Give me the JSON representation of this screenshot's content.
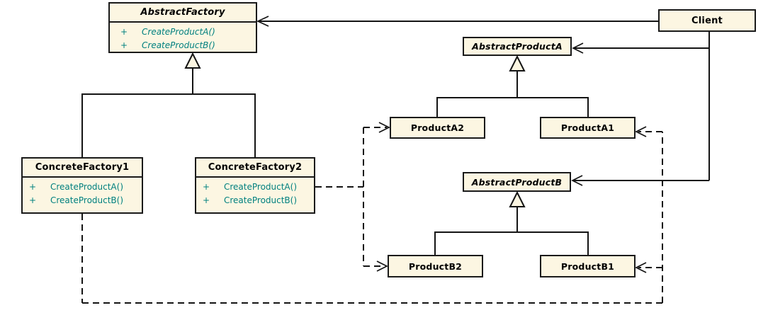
{
  "colors": {
    "background": "#ffffff",
    "box_fill": "#fcf6e2",
    "box_border": "#1a1a1a",
    "line_color": "#141414",
    "title_color": "#000000",
    "method_color": "#00807f"
  },
  "classes": {
    "abstractFactory": {
      "name": "AbstractFactory",
      "abstract": true,
      "methods": [
        {
          "visibility": "+",
          "signature": "CreateProductA()"
        },
        {
          "visibility": "+",
          "signature": "CreateProductB()"
        }
      ]
    },
    "concreteFactory1": {
      "name": "ConcreteFactory1",
      "abstract": false,
      "methods": [
        {
          "visibility": "+",
          "signature": "CreateProductA()"
        },
        {
          "visibility": "+",
          "signature": "CreateProductB()"
        }
      ]
    },
    "concreteFactory2": {
      "name": "ConcreteFactory2",
      "abstract": false,
      "methods": [
        {
          "visibility": "+",
          "signature": "CreateProductA()"
        },
        {
          "visibility": "+",
          "signature": "CreateProductB()"
        }
      ]
    },
    "client": {
      "name": "Client",
      "abstract": false
    },
    "abstractProductA": {
      "name": "AbstractProductA",
      "abstract": true
    },
    "productA2": {
      "name": "ProductA2",
      "abstract": false
    },
    "productA1": {
      "name": "ProductA1",
      "abstract": false
    },
    "abstractProductB": {
      "name": "AbstractProductB",
      "abstract": true
    },
    "productB2": {
      "name": "ProductB2",
      "abstract": false
    },
    "productB1": {
      "name": "ProductB1",
      "abstract": false
    }
  },
  "relationships": [
    {
      "type": "association",
      "from": "Client",
      "to": "AbstractFactory"
    },
    {
      "type": "association",
      "from": "Client",
      "to": "AbstractProductA"
    },
    {
      "type": "association",
      "from": "Client",
      "to": "AbstractProductB"
    },
    {
      "type": "generalization",
      "from": "ConcreteFactory1",
      "to": "AbstractFactory"
    },
    {
      "type": "generalization",
      "from": "ConcreteFactory2",
      "to": "AbstractFactory"
    },
    {
      "type": "generalization",
      "from": "ProductA2",
      "to": "AbstractProductA"
    },
    {
      "type": "generalization",
      "from": "ProductA1",
      "to": "AbstractProductA"
    },
    {
      "type": "generalization",
      "from": "ProductB2",
      "to": "AbstractProductB"
    },
    {
      "type": "generalization",
      "from": "ProductB1",
      "to": "AbstractProductB"
    },
    {
      "type": "dependency",
      "from": "ConcreteFactory2",
      "to": "ProductA2"
    },
    {
      "type": "dependency",
      "from": "ConcreteFactory2",
      "to": "ProductB2"
    },
    {
      "type": "dependency",
      "from": "ConcreteFactory1",
      "to": "ProductA1"
    },
    {
      "type": "dependency",
      "from": "ConcreteFactory1",
      "to": "ProductB1"
    }
  ]
}
